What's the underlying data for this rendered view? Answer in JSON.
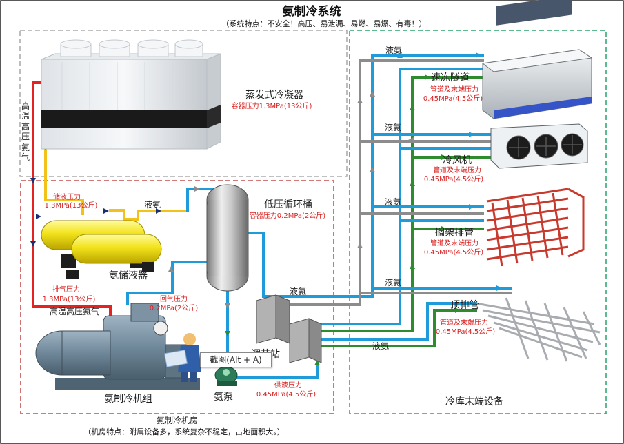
{
  "title": "氨制冷系统",
  "subtitle": "（系统特点：不安全！高压、易泄漏、易燃、易爆、有毒！）",
  "condenser": {
    "name": "蒸发式冷凝器",
    "pressure": "容器压力1.3MPa(13公斤)"
  },
  "hot_gas_vertical": [
    "高",
    "温",
    "高",
    "压",
    "氨",
    "气"
  ],
  "receiver": {
    "name": "氨储液器",
    "pressure_line1": "储液压力",
    "pressure_line2": "1.3MPa(13公斤)"
  },
  "liquid_ammonia": "液氨",
  "separator": {
    "name": "低压循环桶",
    "pressure": "容器压力0.2MPa(2公斤)"
  },
  "discharge": {
    "line1": "排气压力",
    "line2": "1.3MPa(13公斤)",
    "label": "高温高压氨气"
  },
  "return_gas": {
    "line1": "回气压力",
    "line2": "0.2MPa(2公斤)"
  },
  "compressor_unit": "氨制冷机组",
  "pump": {
    "name": "氨泵",
    "line1": "供液压力",
    "line2": "0.45MPa(4.5公斤)"
  },
  "valve_station": "调节站",
  "machine_room": {
    "title": "氨制冷机房",
    "note": "（机房特点：附属设备多，系统复杂不稳定，占地面积大。）"
  },
  "terminals": [
    {
      "name": "速冻隧道",
      "line1": "管道及末端压力",
      "line2": "0.45MPa(4.5公斤)"
    },
    {
      "name": "冷风机",
      "line1": "管道及末端压力",
      "line2": "0.45MPa(4.5公斤)"
    },
    {
      "name": "搁架排管",
      "line1": "管道及末端压力",
      "line2": "0.45MPa(4.5公斤)"
    },
    {
      "name": "顶排管",
      "line1": "管道及末端压力",
      "line2": "0.45MPa(4.5公斤)"
    }
  ],
  "cold_storage_title": "冷库末端设备",
  "tooltip": "截图(Alt + A)",
  "colors": {
    "hot_gas": "#e52222",
    "liquid": "#f2c21a",
    "supply": "#1e9bd8",
    "green": "#2e8b2e",
    "dark_arrow": "#1b2f70",
    "gray_arrow": "#8c8c8c",
    "red_box": "#b32a2a",
    "green_box": "#2ca36a",
    "gray_box": "#9a9a9a"
  }
}
